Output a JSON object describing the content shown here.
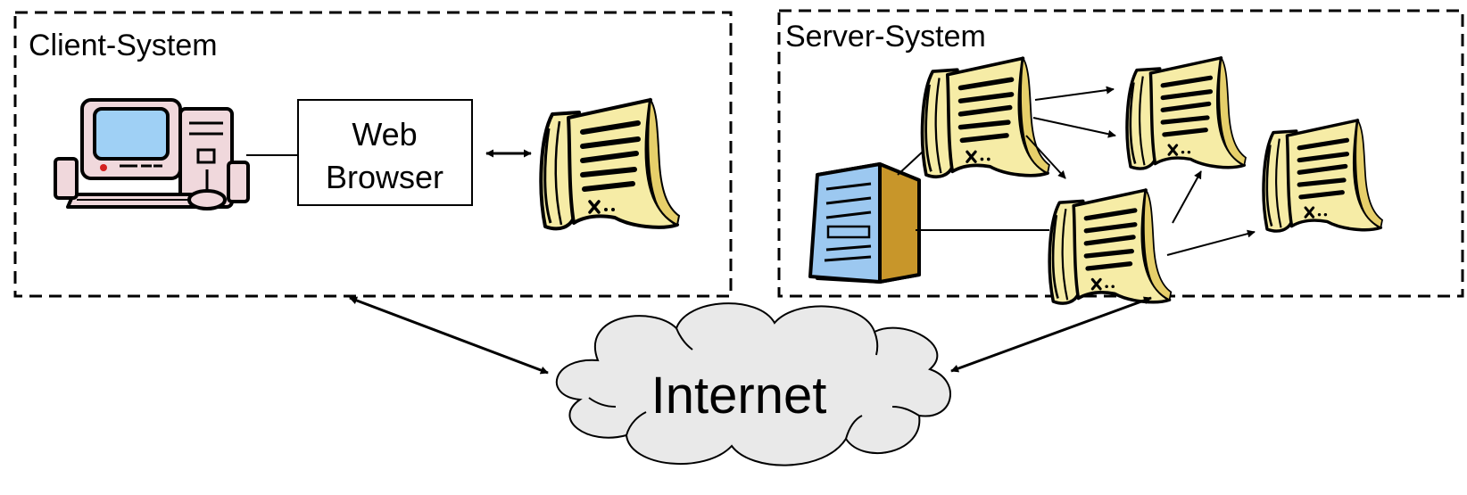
{
  "client_system": {
    "title": "Client-System",
    "web_browser_label_line1": "Web",
    "web_browser_label_line2": "Browser"
  },
  "server_system": {
    "title": "Server-System"
  },
  "internet": {
    "label": "Internet"
  },
  "icons": {
    "computer": "desktop-computer-icon",
    "server": "server-tower-icon",
    "document": "document-scroll-icon"
  },
  "colors": {
    "scroll_fill": "#f6eca6",
    "scroll_shadow": "#e6cf6a",
    "server_front": "#9cc8f0",
    "server_side": "#c8962a",
    "monitor_screen": "#9fd0f5",
    "cloud_fill": "#e9e9e9",
    "computer_body": "#f0d8dc"
  }
}
